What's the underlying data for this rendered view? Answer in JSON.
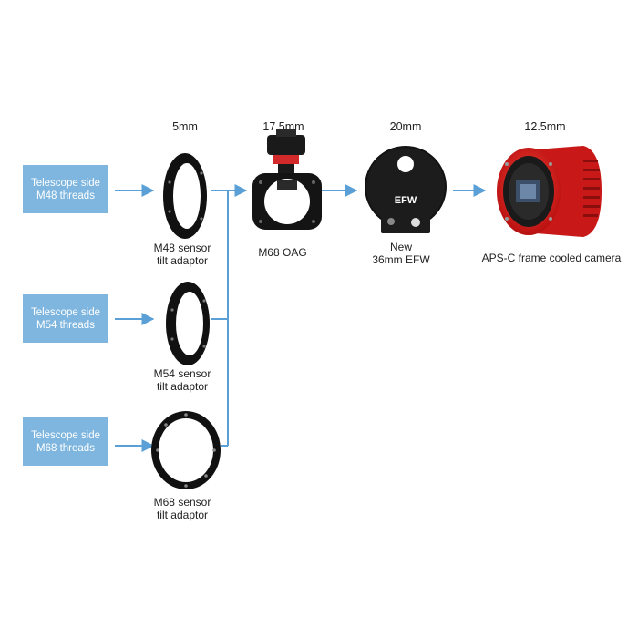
{
  "colors": {
    "box_fill": "#7fb6df",
    "arrow": "#5aa0d6",
    "camera_red": "#e02020",
    "ring_black": "#111111"
  },
  "sources": [
    {
      "label": "Telescope side\nM48 threads"
    },
    {
      "label": "Telescope side\nM54 threads"
    },
    {
      "label": "Telescope side\nM68 threads"
    }
  ],
  "adaptors": [
    {
      "spacing": "5mm",
      "label": "M48 sensor\ntilt adaptor"
    },
    {
      "label": "M54 sensor\ntilt adaptor"
    },
    {
      "label": "M68 sensor\ntilt adaptor"
    }
  ],
  "chain": [
    {
      "spacing": "17.5mm",
      "label": "M68 OAG"
    },
    {
      "spacing": "20mm",
      "label": "New\n36mm EFW",
      "device_text": "EFW"
    },
    {
      "spacing": "12.5mm",
      "label": "APS-C frame cooled camera"
    }
  ]
}
